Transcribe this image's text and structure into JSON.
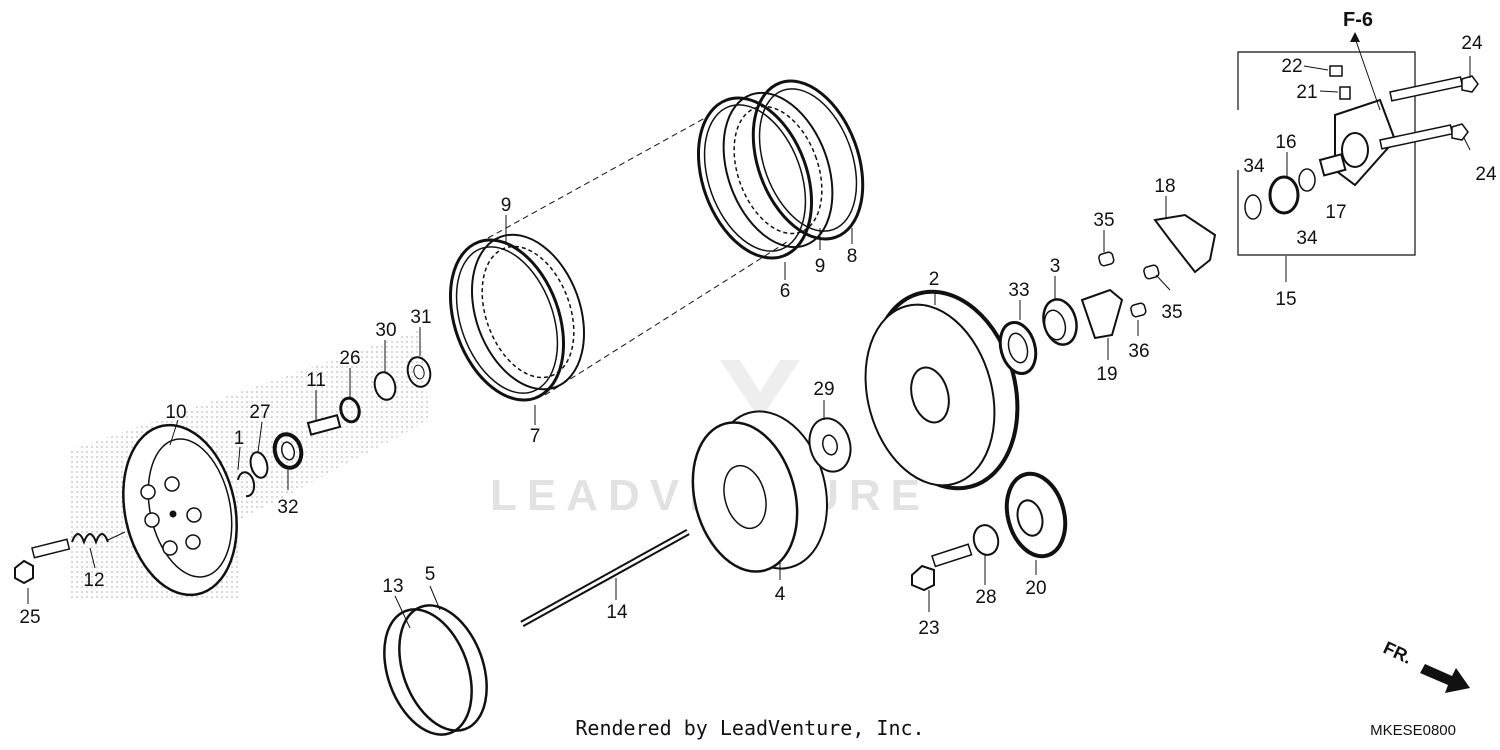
{
  "diagram": {
    "ref_label": "F-6",
    "front_label": "FR.",
    "footer": "Rendered by LeadVenture, Inc.",
    "diagram_code": "MKESE0800",
    "watermark": "LEADVENTURE",
    "part_labels": {
      "p1": "1",
      "p2": "2",
      "p3": "3",
      "p4": "4",
      "p5": "5",
      "p6": "6",
      "p7": "7",
      "p8": "8",
      "p9a": "9",
      "p9b": "9",
      "p10": "10",
      "p11": "11",
      "p12": "12",
      "p13": "13",
      "p14": "14",
      "p15": "15",
      "p16": "16",
      "p17": "17",
      "p18": "18",
      "p19": "19",
      "p20": "20",
      "p21": "21",
      "p22": "22",
      "p23": "23",
      "p24a": "24",
      "p24b": "24",
      "p25": "25",
      "p26": "26",
      "p27": "27",
      "p28": "28",
      "p29": "29",
      "p30": "30",
      "p31": "31",
      "p32": "32",
      "p33": "33",
      "p34a": "34",
      "p34b": "34",
      "p35a": "35",
      "p35b": "35",
      "p36": "36"
    }
  }
}
